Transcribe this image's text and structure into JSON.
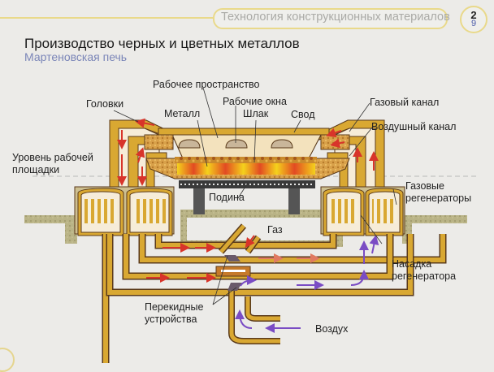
{
  "header": {
    "series_title": "Технология конструкционных материалов",
    "page_number_top": "2",
    "page_number_bottom": "9"
  },
  "page": {
    "title": "Производство черных и цветных металлов",
    "subtitle": "Мартеновская печь"
  },
  "labels": {
    "working_space": "Рабочее пространство",
    "heads": "Головки",
    "metal": "Металл",
    "work_windows": "Рабочие окна",
    "slag": "Шлак",
    "roof": "Свод",
    "gas_channel": "Газовый канал",
    "air_channel": "Воздушный канал",
    "platform_level_line1": "Уровень рабочей",
    "platform_level_line2": "площадки",
    "hearth": "Подина",
    "gas_regenerators_line1": "Газовые",
    "gas_regenerators_line2": "регенераторы",
    "gas": "Газ",
    "regenerator_checker_line1": "Насадка",
    "regenerator_checker_line2": "регенератора",
    "reversing_devices_line1": "Перекидные",
    "reversing_devices_line2": "устройства",
    "air": "Воздух"
  },
  "colors": {
    "brick_wall": "#d9a832",
    "wall_outline": "#5a3a1a",
    "chamber_fill": "#f3e2bd",
    "flame_red": "#d8342a",
    "flame_yellow": "#f4d21c",
    "air_arrow": "#7a4cc4",
    "gas_arrow": "#d8342a",
    "ground": "#b7b184",
    "header_accent": "#e9d98a",
    "subtitle": "#7b86b8"
  }
}
